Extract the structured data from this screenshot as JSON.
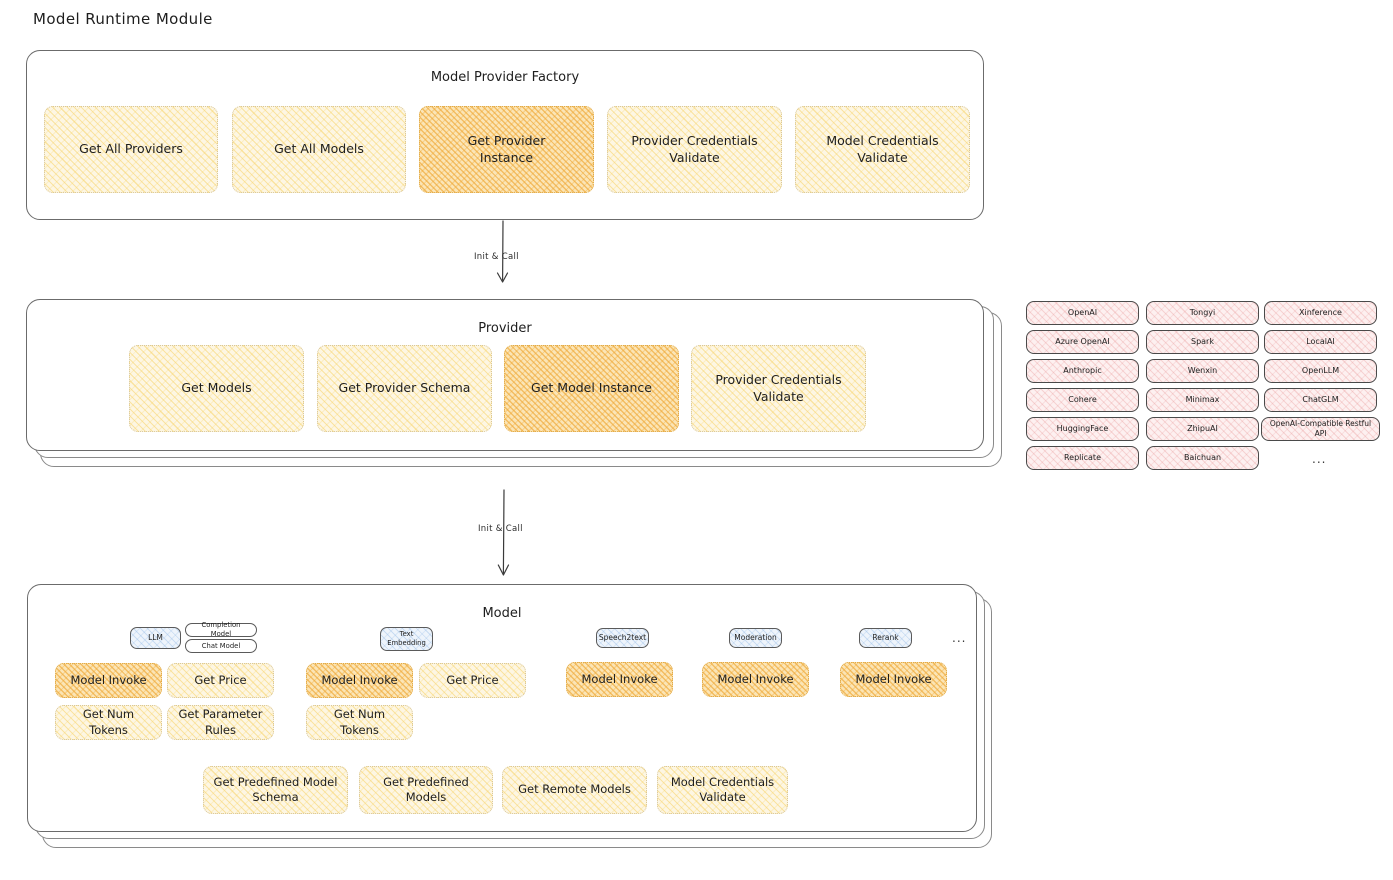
{
  "page": {
    "title": "Model Runtime Module"
  },
  "colors": {
    "highlight_fill": "#fbe5b6",
    "normal_fill": "#fdf6e3",
    "provider_chip_fill": "#fdf0f0",
    "model_type_chip_fill": "#eef4fb",
    "stroke": "#1e1e1e"
  },
  "factory": {
    "title": "Model Provider Factory",
    "items": [
      {
        "label": "Get All Providers",
        "emphasis": false
      },
      {
        "label": "Get All Models",
        "emphasis": false
      },
      {
        "label": "Get Provider\nInstance",
        "emphasis": true
      },
      {
        "label": "Provider Credentials\nValidate",
        "emphasis": false
      },
      {
        "label": "Model Credentials\nValidate",
        "emphasis": false
      }
    ]
  },
  "arrows": [
    {
      "label": "Init & Call"
    },
    {
      "label": "Init & Call"
    }
  ],
  "provider": {
    "title": "Provider",
    "items": [
      {
        "label": "Get Models",
        "emphasis": false
      },
      {
        "label": "Get Provider Schema",
        "emphasis": false
      },
      {
        "label": "Get Model Instance",
        "emphasis": true
      },
      {
        "label": "Provider Credentials\nValidate",
        "emphasis": false
      }
    ]
  },
  "provider_list": {
    "columns": [
      [
        "OpenAI",
        "Azure OpenAI",
        "Anthropic",
        "Cohere",
        "HuggingFace",
        "Replicate"
      ],
      [
        "Tongyi",
        "Spark",
        "Wenxin",
        "Minimax",
        "ZhipuAI",
        "Baichuan"
      ],
      [
        "Xinference",
        "LocalAI",
        "OpenLLM",
        "ChatGLM",
        "OpenAI-Compatible Restful API"
      ]
    ],
    "more": "..."
  },
  "model": {
    "title": "Model",
    "more": "...",
    "types": [
      {
        "name": "LLM",
        "sub_badges": [
          "Completion Model",
          "Chat Model"
        ],
        "ops": [
          {
            "label": "Model Invoke",
            "emphasis": true
          },
          {
            "label": "Get Price",
            "emphasis": false
          },
          {
            "label": "Get Num Tokens",
            "emphasis": false
          },
          {
            "label": "Get Parameter\nRules",
            "emphasis": false
          }
        ]
      },
      {
        "name": "Text\nEmbedding",
        "sub_badges": [],
        "ops": [
          {
            "label": "Model Invoke",
            "emphasis": true
          },
          {
            "label": "Get Price",
            "emphasis": false
          },
          {
            "label": "Get Num Tokens",
            "emphasis": false
          }
        ]
      },
      {
        "name": "Speech2text",
        "sub_badges": [],
        "ops": [
          {
            "label": "Model Invoke",
            "emphasis": true
          }
        ]
      },
      {
        "name": "Moderation",
        "sub_badges": [],
        "ops": [
          {
            "label": "Model Invoke",
            "emphasis": true
          }
        ]
      },
      {
        "name": "Rerank",
        "sub_badges": [],
        "ops": [
          {
            "label": "Model Invoke",
            "emphasis": true
          }
        ]
      }
    ],
    "common_ops": [
      "Get Predefined Model\nSchema",
      "Get Predefined\nModels",
      "Get Remote Models",
      "Model Credentials\nValidate"
    ]
  }
}
